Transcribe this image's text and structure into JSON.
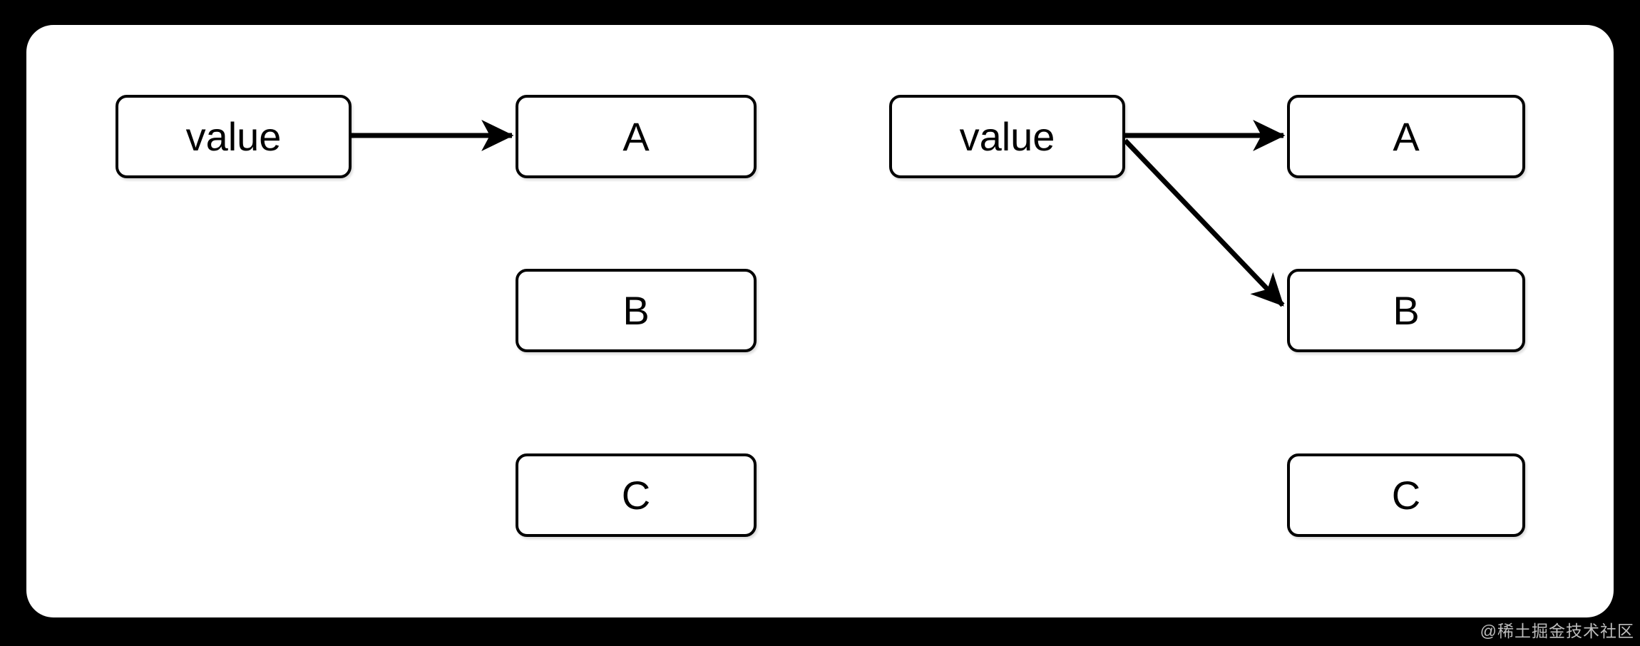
{
  "page": {
    "background": "#000000",
    "panel_background": "#ffffff",
    "stroke_color": "#000000"
  },
  "watermark": {
    "text": "@稀土掘金技术社区",
    "color": "#bdbdbd"
  },
  "diagram": {
    "left": {
      "nodes": [
        {
          "id": "value",
          "label": "value"
        },
        {
          "id": "A",
          "label": "A"
        },
        {
          "id": "B",
          "label": "B"
        },
        {
          "id": "C",
          "label": "C"
        }
      ],
      "edges": [
        {
          "from": "value",
          "to": "A"
        }
      ]
    },
    "right": {
      "nodes": [
        {
          "id": "value",
          "label": "value"
        },
        {
          "id": "A",
          "label": "A"
        },
        {
          "id": "B",
          "label": "B"
        },
        {
          "id": "C",
          "label": "C"
        }
      ],
      "edges": [
        {
          "from": "value",
          "to": "A"
        },
        {
          "from": "value",
          "to": "B"
        }
      ]
    }
  }
}
